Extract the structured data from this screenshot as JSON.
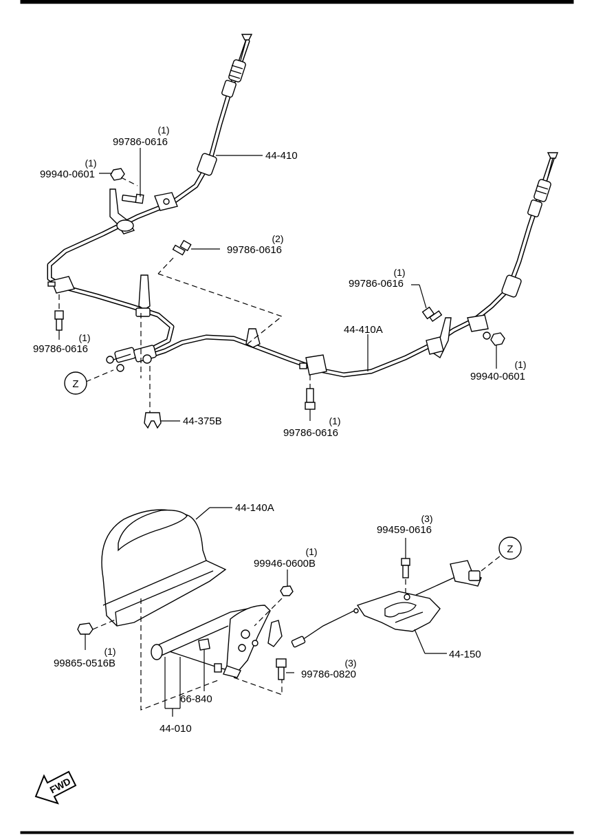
{
  "labels": {
    "cable_upper_left": "44-410",
    "cable_right": "44-410A",
    "clip": "44-375B",
    "cover": "44-140A",
    "lever_assy": "44-010",
    "lever_grip": "66-840",
    "bracket_plate": "44-150",
    "view_marker_left": "Z",
    "view_marker_right": "Z",
    "fwd": "FWD"
  },
  "fasteners": [
    {
      "id": "f1",
      "part": "99786-0616",
      "qty": "(1)"
    },
    {
      "id": "f2",
      "part": "99940-0601",
      "qty": "(1)"
    },
    {
      "id": "f3",
      "part": "99786-0616",
      "qty": "(2)"
    },
    {
      "id": "f4",
      "part": "99786-0616",
      "qty": "(1)"
    },
    {
      "id": "f5",
      "part": "99786-0616",
      "qty": "(1)"
    },
    {
      "id": "f6",
      "part": "99940-0601",
      "qty": "(1)"
    },
    {
      "id": "f7",
      "part": "99786-0616",
      "qty": "(1)"
    },
    {
      "id": "f8",
      "part": "99459-0616",
      "qty": "(3)"
    },
    {
      "id": "f9",
      "part": "99946-0600B",
      "qty": "(1)"
    },
    {
      "id": "f10",
      "part": "99865-0516B",
      "qty": "(1)"
    },
    {
      "id": "f11",
      "part": "99786-0820",
      "qty": "(3)"
    }
  ]
}
